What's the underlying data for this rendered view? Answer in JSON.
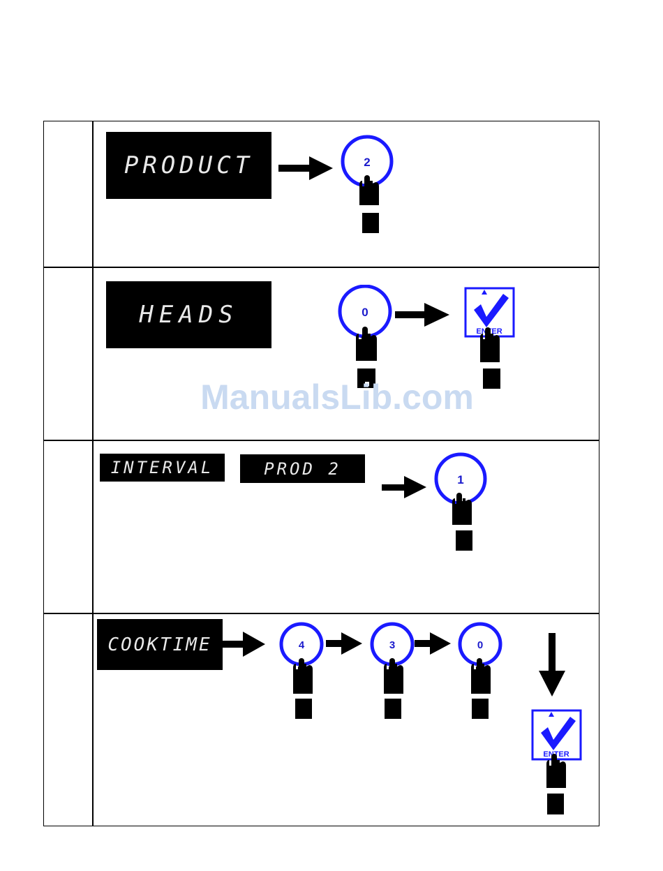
{
  "steps": [
    {
      "display": "PRODUCT",
      "keys": [
        "2"
      ]
    },
    {
      "display": "HEADS",
      "keys": [
        "0"
      ],
      "enter_label": "ENTER"
    },
    {
      "displays": [
        "INTERVAL",
        "PROD 2"
      ],
      "keys": [
        "1"
      ]
    },
    {
      "display": "COOKTIME",
      "keys": [
        "4",
        "3",
        "0"
      ],
      "enter_label": "ENTER"
    }
  ],
  "watermark": "ManualsLib.com",
  "colors": {
    "key_ring": "#1a1aff",
    "key_text": "#1a1acc",
    "lcd_bg": "#000000",
    "lcd_text": "#e9e9e9"
  }
}
